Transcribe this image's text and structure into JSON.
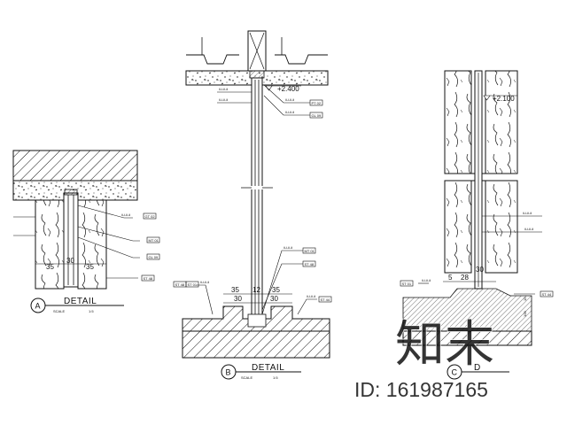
{
  "watermark": {
    "logo_text": "知末",
    "id_text": "ID: 161987165",
    "color": "#b9b9b9"
  },
  "colors": {
    "line": "#111111",
    "background": "#ffffff"
  },
  "details": {
    "a": {
      "circle": "A",
      "title": "DETAIL",
      "scale": "SCALE",
      "scale_val": "1:5",
      "dims": [
        "35",
        "30",
        "35"
      ],
      "tag_codes": [
        "GT 02",
        "MT 01",
        "GL 09",
        "ST 48"
      ],
      "callout_text": "ii-i-ii-ii"
    },
    "b": {
      "circle": "B",
      "title": "DETAIL",
      "scale": "SCALE",
      "scale_val": "1:5",
      "level": "+2.400",
      "dims_top": [
        "35",
        "12",
        "35"
      ],
      "dims_bottom": [
        "30",
        "30"
      ],
      "tag_codes": [
        "PT 02",
        "GL 09",
        "MT 01",
        "ST 48",
        "ST 48",
        "ST 01",
        "ST 44"
      ],
      "callout_text": "ii-i-ii-ii"
    },
    "c": {
      "circle": "C",
      "title": "D",
      "level": "+2.100",
      "dims": [
        "5",
        "28",
        "30"
      ],
      "side_dims": [
        "15",
        "100"
      ],
      "tag_codes": [
        "ST 01",
        "ST 44"
      ],
      "callout_text": "ii-i-ii-ii"
    }
  }
}
